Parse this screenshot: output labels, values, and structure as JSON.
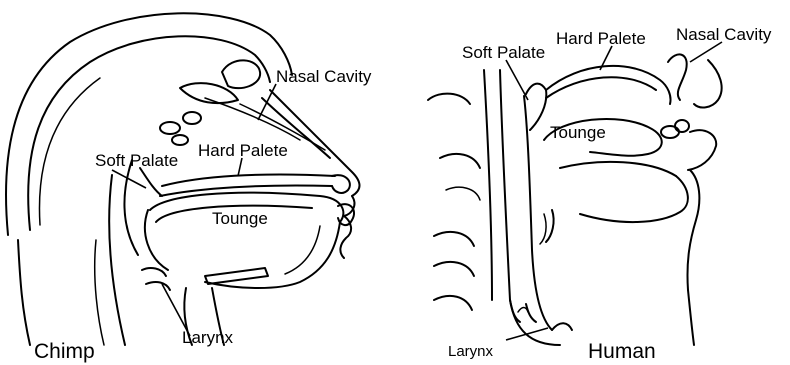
{
  "chimp": {
    "caption": "Chimp",
    "labels": {
      "nasal_cavity": "Nasal Cavity",
      "soft_palate": "Soft Palate",
      "hard_palate": "Hard Palete",
      "tongue": "Tounge",
      "larynx": "Larynx"
    }
  },
  "human": {
    "caption": "Human",
    "labels": {
      "soft_palate": "Soft Palate",
      "hard_palate": "Hard Palete",
      "nasal_cavity": "Nasal Cavity",
      "tongue": "Tounge",
      "larynx": "Larynx"
    }
  }
}
